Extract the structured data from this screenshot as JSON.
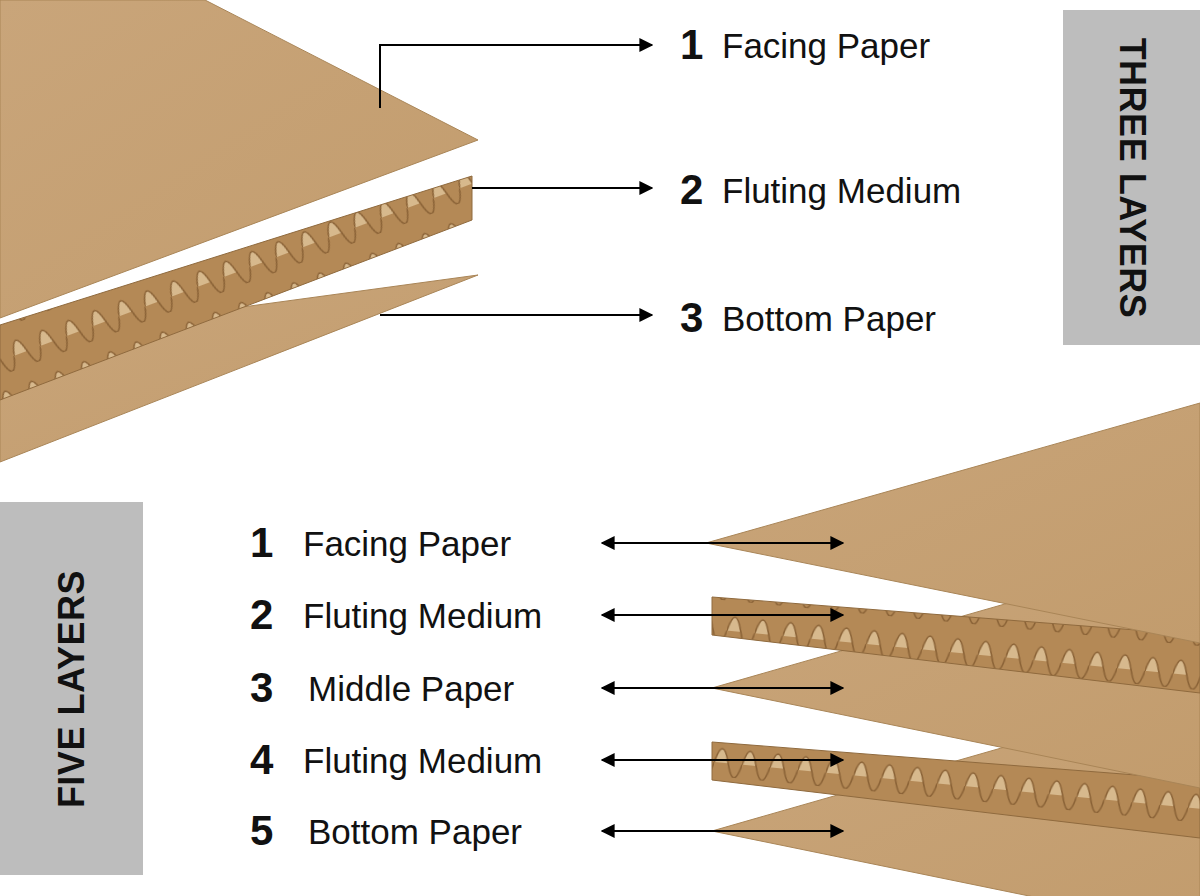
{
  "diagram": {
    "nodes": [
      {
        "text": [
          "THREE LAYERS"
        ]
      },
      {
        "text": [
          "FIVE LAYERS"
        ]
      }
    ],
    "labels": [
      "1",
      "Facing Paper",
      "2",
      "Fluting Medium",
      "3",
      "Bottom Paper",
      "1",
      "Facing Paper",
      "2",
      "Fluting Medium",
      "3",
      "Middle Paper",
      "4",
      "Fluting Medium",
      "5",
      "Bottom Paper"
    ]
  }
}
